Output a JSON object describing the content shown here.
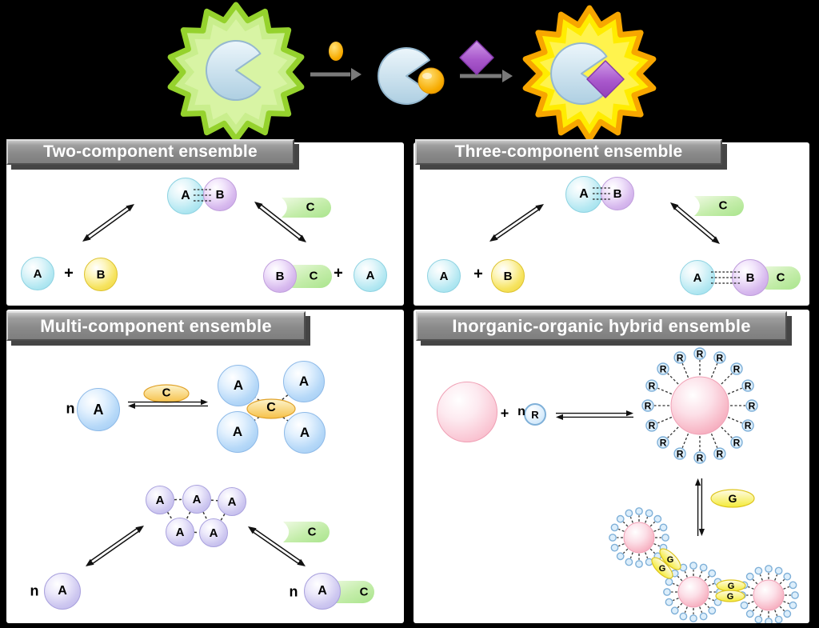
{
  "labels": {
    "A": "A",
    "B": "B",
    "C": "C",
    "R": "R",
    "G": "G",
    "n": "n",
    "plus": "+"
  },
  "panels": {
    "two": {
      "title": "Two-component ensemble"
    },
    "three": {
      "title": "Three-component ensemble"
    },
    "multi": {
      "title": "Multi-component ensemble"
    },
    "hybrid": {
      "title": "Inorganic-organic hybrid ensemble"
    }
  },
  "colors": {
    "background": "#000000",
    "panel": "#ffffff",
    "title_bar": "#8a8a8a",
    "host_star_green_border": "#95d22d",
    "host_star_green_fill": "#c9ee8d",
    "product_star_yellow_fill": "#ffec00",
    "product_star_orange_border": "#f7a600",
    "host_pacman_blue": "#bfdcea",
    "guest_ball_orange": "#f5a300",
    "guest_diamond_purple": "#a958cc",
    "sphere_A_cyan": "#aee6f0",
    "sphere_B_purple": "#d4b4ec",
    "sphere_B_yellow": "#f4e254",
    "sphere_A_blue": "#aed5f7",
    "sphere_A_lavender": "#c9c3ef",
    "sphere_pink": "#f9c2d0",
    "sphere_R_blue": "#cfe8fb",
    "tag_C_green": "#b9e9a0",
    "ellipse_C_amber": "#f6c043",
    "ellipse_G_yellow": "#f5ec32",
    "scheme_arrow_gray": "#787878",
    "equilibrium_arrow_black": "#111111"
  }
}
